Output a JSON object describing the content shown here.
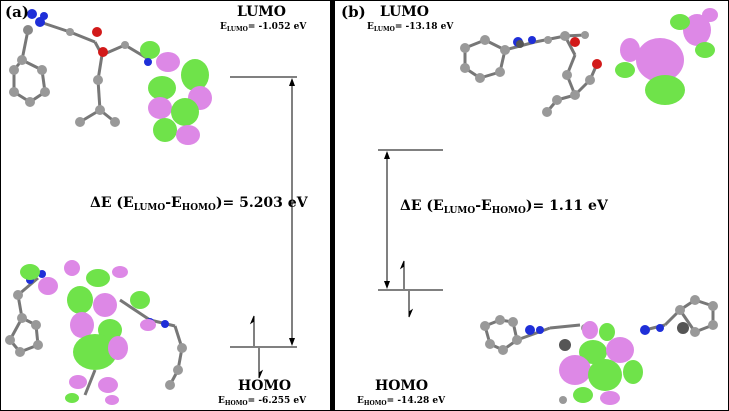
{
  "panels": [
    {
      "label": "(a)",
      "lumo": {
        "title": "LUMO",
        "energy_prefix": "E",
        "energy_sub": "LUMO",
        "energy_value": "= -1.052 eV"
      },
      "homo": {
        "title": "HOMO",
        "energy_prefix": "E",
        "energy_sub": "HOMO",
        "energy_value": "= -6.255 eV"
      },
      "gap": {
        "prefix": "ΔE (E",
        "sub1": "LUMO",
        "mid": "-E",
        "sub2": "HOMO",
        "suffix": ")= 5.203 eV"
      }
    },
    {
      "label": "(b)",
      "lumo": {
        "title": "LUMO",
        "energy_prefix": "E",
        "energy_sub": "LUMO",
        "energy_value": "= -13.18 eV"
      },
      "homo": {
        "title": "HOMO",
        "energy_prefix": "E",
        "energy_sub": "HOMO",
        "energy_value": "= -14.28 eV"
      },
      "gap": {
        "prefix": "ΔE (E",
        "sub1": "LUMO",
        "mid": "-E",
        "sub2": "HOMO",
        "suffix": ")= 1.11 eV"
      }
    }
  ],
  "colors": {
    "lobe_green": "#6fe34a",
    "lobe_pink": "#dd88e6",
    "carbon": "#8c8c8c",
    "nitrogen": "#1f2fd8",
    "oxygen": "#d21a1a"
  }
}
